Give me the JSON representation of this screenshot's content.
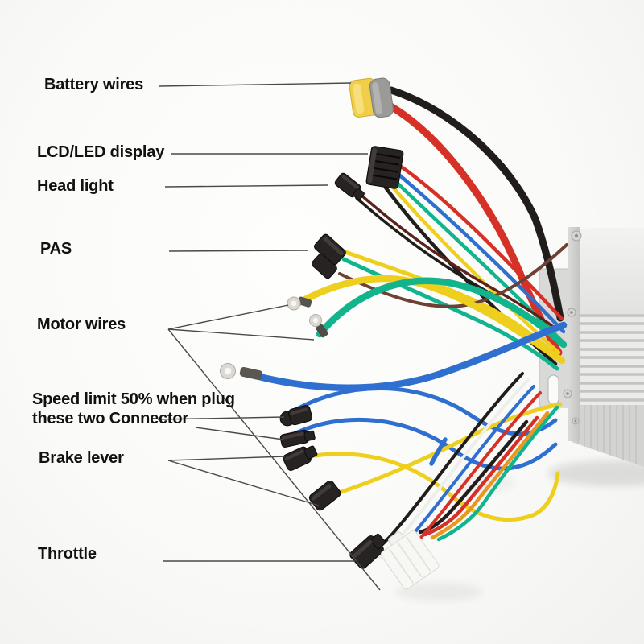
{
  "labels": {
    "battery": "Battery wires",
    "lcd": "LCD/LED display",
    "headlight": "Head light",
    "pas": "PAS",
    "motor": "Motor wires",
    "speed_limit": "Speed limit 50% when plug\nthese two Connector",
    "brake": "Brake lever",
    "throttle": "Throttle"
  },
  "parts": [
    "xt60-battery-connector",
    "lcd-display-connector",
    "headlight-sm-connector",
    "pas-sm-connector",
    "motor-ring-terminal-yellow",
    "motor-ring-terminal-green",
    "motor-ring-terminal-blue",
    "speed-limit-connector-1",
    "speed-limit-connector-2",
    "brake-lever-connector-1",
    "brake-lever-connector-2",
    "throttle-sm-connector",
    "white-4pin-connector",
    "controller-box"
  ],
  "palette": {
    "wire-red": "#d53127",
    "wire-black": "#211d1b",
    "wire-yellow": "#eecf1e",
    "wire-green": "#12b48e",
    "wire-blue": "#2e6fd0",
    "wire-brown": "#6e4134",
    "wire-orange": "#e89820",
    "wire-white": "#eeeeea",
    "wire-maroon": "#5a241c",
    "connector-black": "#262322",
    "xt60-yellow": "#f0ce4a",
    "metal-silver": "#e9e9e7",
    "metal-dark": "#c7c7c5",
    "leader-gray": "#4a4a4a",
    "label-black": "#111111",
    "ring-silver": "#dcd9d3"
  }
}
